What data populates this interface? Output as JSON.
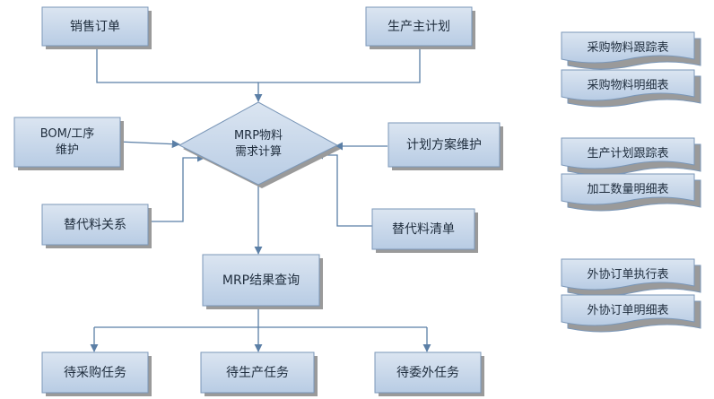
{
  "colors": {
    "box_fill_top": "#dbe5f1",
    "box_fill_bottom": "#b8cce4",
    "box_border": "#7b97b8",
    "shadow": "#9a9a9a",
    "connector": "#5b7fa6",
    "text": "#1f2d3d"
  },
  "process": {
    "sales_order": "销售订单",
    "production_plan": "生产主计划",
    "bom_process_line1": "BOM/工序",
    "bom_process_line2": "维护",
    "plan_scheme": "计划方案维护",
    "substitute_relation": "替代料关系",
    "substitute_list": "替代料清单",
    "mrp_result_query": "MRP结果查询",
    "pending_purchase": "待采购任务",
    "pending_production": "待生产任务",
    "pending_outsource": "待委外任务"
  },
  "decision": {
    "line1": "MRP物料",
    "line2": "需求计算"
  },
  "reports": {
    "purchase_group": [
      "采购物料跟踪表",
      "采购物料明细表"
    ],
    "production_group": [
      "生产计划跟踪表",
      "加工数量明细表"
    ],
    "outsource_group": [
      "外协订单执行表",
      "外协订单明细表"
    ]
  }
}
